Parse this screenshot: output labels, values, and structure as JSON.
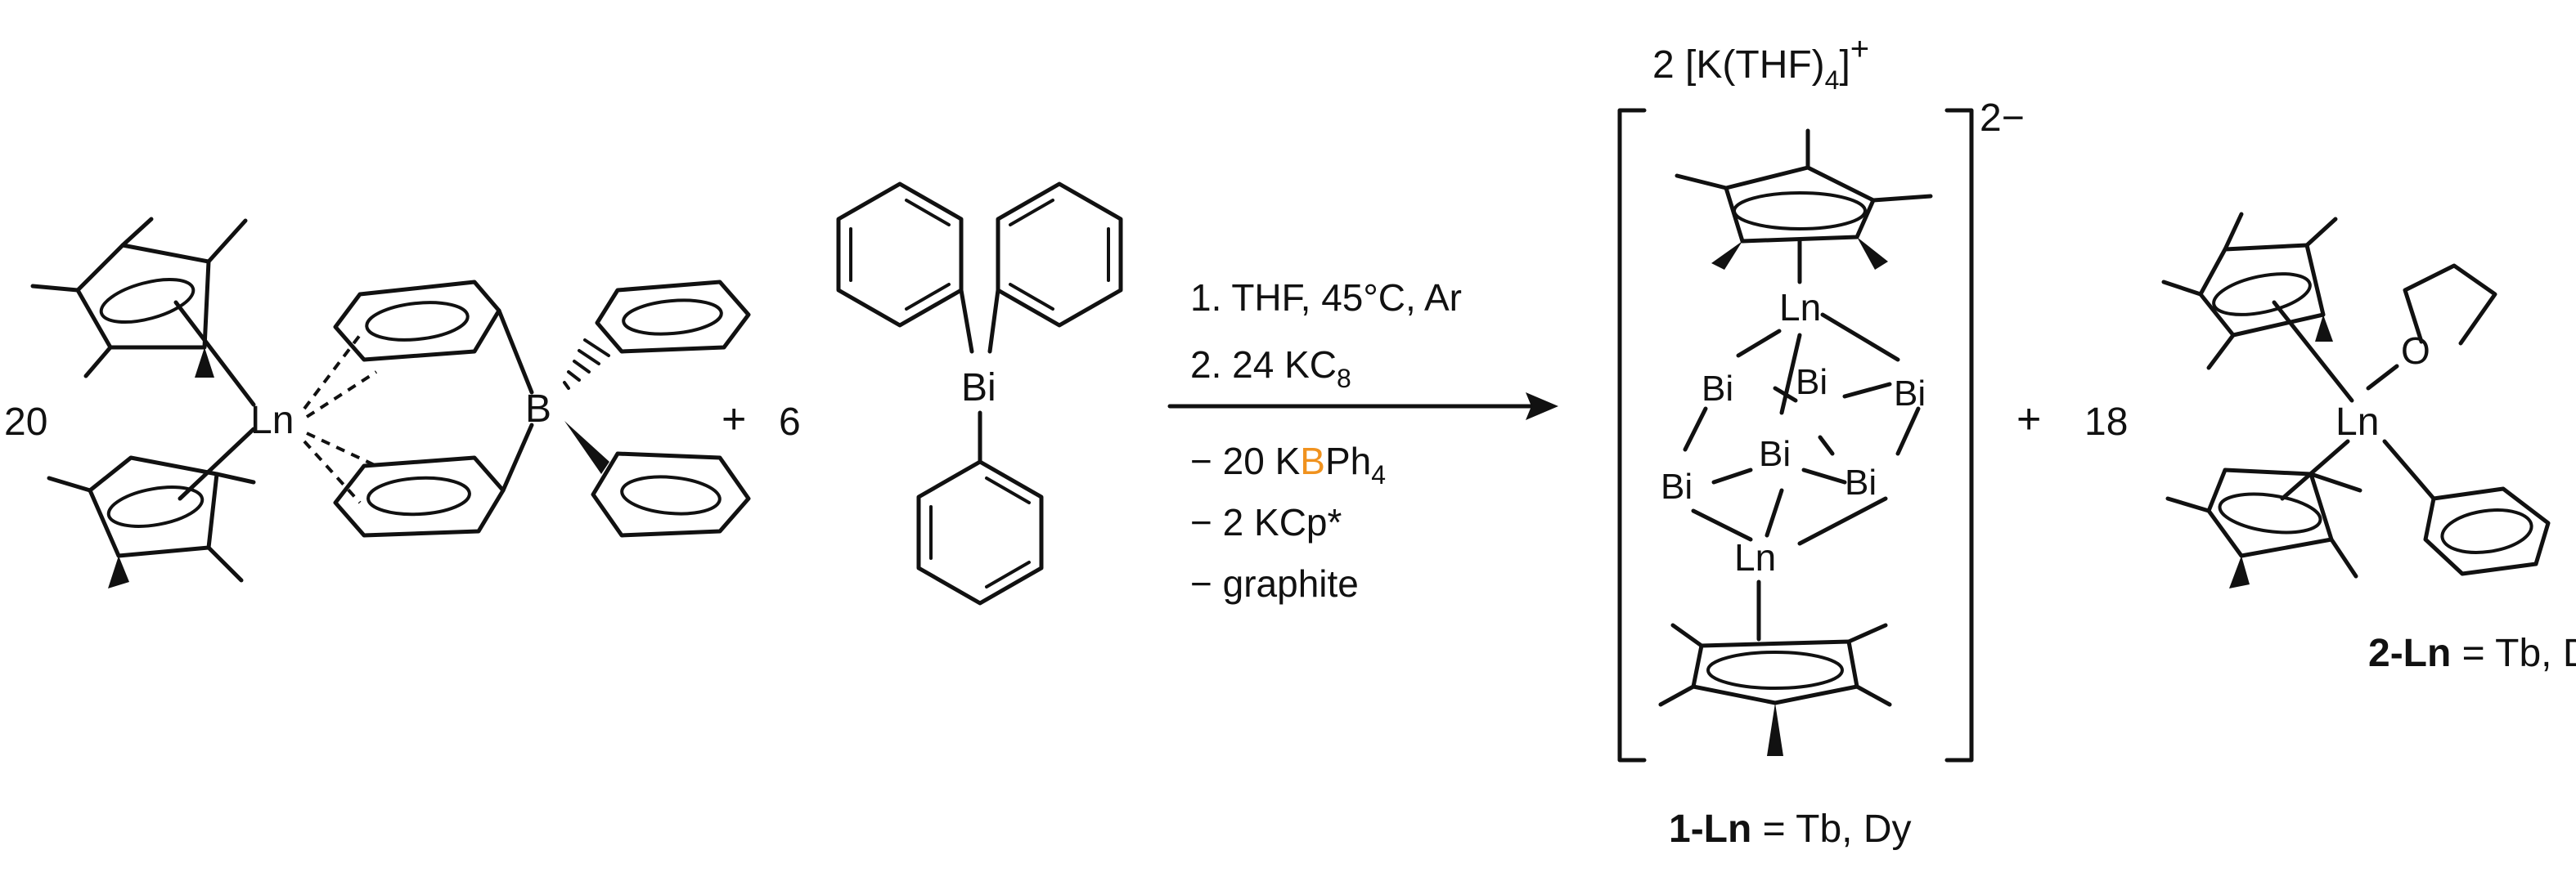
{
  "colors": {
    "ln": "#1f9a73",
    "boron": "#f0921e",
    "bismuth": "#c4239a",
    "oxygen": "#e3262b",
    "text": "#111111"
  },
  "reactant1": {
    "coefficient": "20",
    "metal": "Ln",
    "boron": "B"
  },
  "plus1": "+",
  "reactant2": {
    "coefficient": "6",
    "bismuth": "Bi"
  },
  "conditions": {
    "steps": [
      "1. THF, 45°C, Ar",
      "2. 24 KC",
      "8"
    ],
    "byproduct1": {
      "prefix": "− 20 K",
      "boron": "B",
      "suffix": "Ph",
      "sub": "4"
    },
    "byproduct2": "− 2 KCp*",
    "byproduct3": "− graphite"
  },
  "product1": {
    "counterion": {
      "prefix": "2 [K(THF)",
      "sub": "4",
      "close": "]",
      "charge": "+"
    },
    "charge": "2−",
    "metal": "Ln",
    "bismuth": "Bi",
    "label_bold": "1-Ln",
    "label_rest": " = Tb, Dy"
  },
  "plus2": "+",
  "product2": {
    "coefficient": "18",
    "metal": "Ln",
    "oxygen": "O",
    "label_bold": "2-Ln",
    "label_rest": " = Tb, Dy"
  }
}
